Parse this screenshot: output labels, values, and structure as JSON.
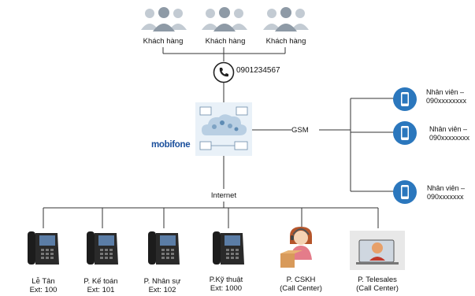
{
  "customers": [
    "Khách hàng",
    "Khách hàng",
    "Khách hàng"
  ],
  "hotline": "0901234567",
  "brand": "mobifone",
  "gsm_label": "GSM",
  "internet_label": "Internet",
  "staff": [
    {
      "line1": "Nhân viên –",
      "line2": "090xxxxxxxx"
    },
    {
      "line1": "Nhân viên –",
      "line2": "090xxxxxxxx"
    },
    {
      "line1": "Nhân viên –",
      "line2": "090xxxxxxx"
    }
  ],
  "departments": [
    {
      "name": "Lễ Tân",
      "sub": "Ext: 100"
    },
    {
      "name": "P. Kế toán",
      "sub": "Ext: 101"
    },
    {
      "name": "P. Nhân sự",
      "sub": "Ext: 102"
    },
    {
      "name": "P.Kỹ thuật",
      "sub": "Ext: 1000"
    },
    {
      "name": "P. CSKH",
      "sub": "(Call Center)"
    },
    {
      "name": "P. Telesales",
      "sub": "(Call Center)"
    }
  ],
  "colors": {
    "line": "#333333",
    "phone_circle": "#2b77bd",
    "brand_blue": "#1a4f9c",
    "brand_red": "#e4222a",
    "person_gray": "#9aa5b1"
  }
}
